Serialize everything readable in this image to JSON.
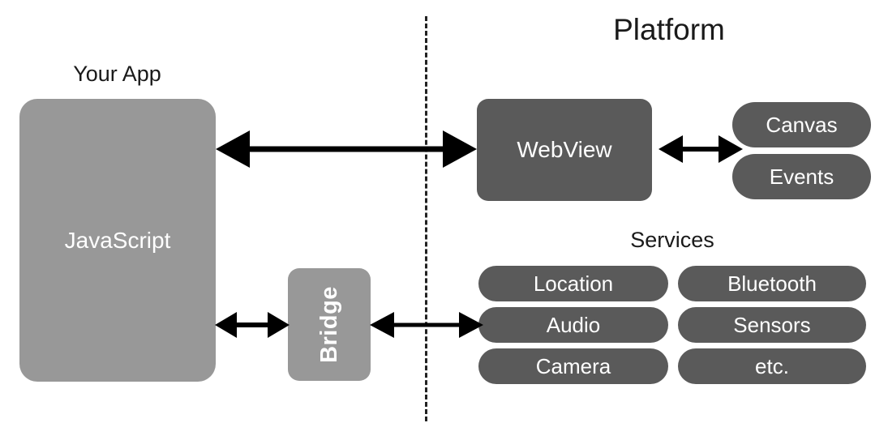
{
  "diagram": {
    "title_app": "Your App",
    "title_platform": "Platform",
    "title_services": "Services",
    "nodes": {
      "javascript": "JavaScript",
      "webview": "WebView",
      "bridge": "Bridge"
    },
    "webview_outputs": [
      {
        "label": "Canvas"
      },
      {
        "label": "Events"
      }
    ],
    "services": [
      {
        "label": "Location"
      },
      {
        "label": "Bluetooth"
      },
      {
        "label": "Audio"
      },
      {
        "label": "Sensors"
      },
      {
        "label": "Camera"
      },
      {
        "label": "etc."
      }
    ],
    "connections": [
      {
        "name": "javascript-to-webview",
        "type": "double-arrow"
      },
      {
        "name": "webview-to-outputs",
        "type": "double-arrow"
      },
      {
        "name": "javascript-to-bridge",
        "type": "double-arrow"
      },
      {
        "name": "bridge-to-services",
        "type": "double-arrow"
      }
    ],
    "colors": {
      "app_fill": "#989898",
      "platform_fill": "#5a5a5a",
      "arrow": "#000000",
      "divider": "#222222",
      "text_on_fill": "#ffffff",
      "heading_text": "#1a1a1a",
      "background": "#ffffff"
    }
  }
}
